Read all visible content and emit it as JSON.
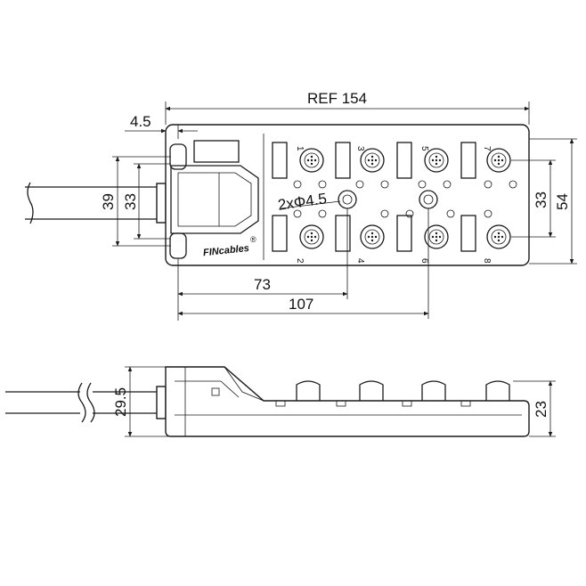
{
  "top_view": {
    "dimensions": {
      "ref_length": "REF 154",
      "flange": "4.5",
      "height_left_outer": "39",
      "height_left_inner": "33",
      "hole_label": "2xΦ4.5",
      "height_right_inner": "33",
      "height_right_outer": "54",
      "bottom_inner": "73",
      "bottom_outer": "107"
    },
    "port_numbers": [
      "1",
      "2",
      "3",
      "4",
      "5",
      "6",
      "7",
      "8"
    ],
    "brand": "FINcables",
    "registered_mark": "®"
  },
  "side_view": {
    "dimensions": {
      "height_left": "29.5",
      "height_right": "23"
    }
  },
  "colors": {
    "line": "#1a1a1a",
    "background": "#ffffff"
  }
}
